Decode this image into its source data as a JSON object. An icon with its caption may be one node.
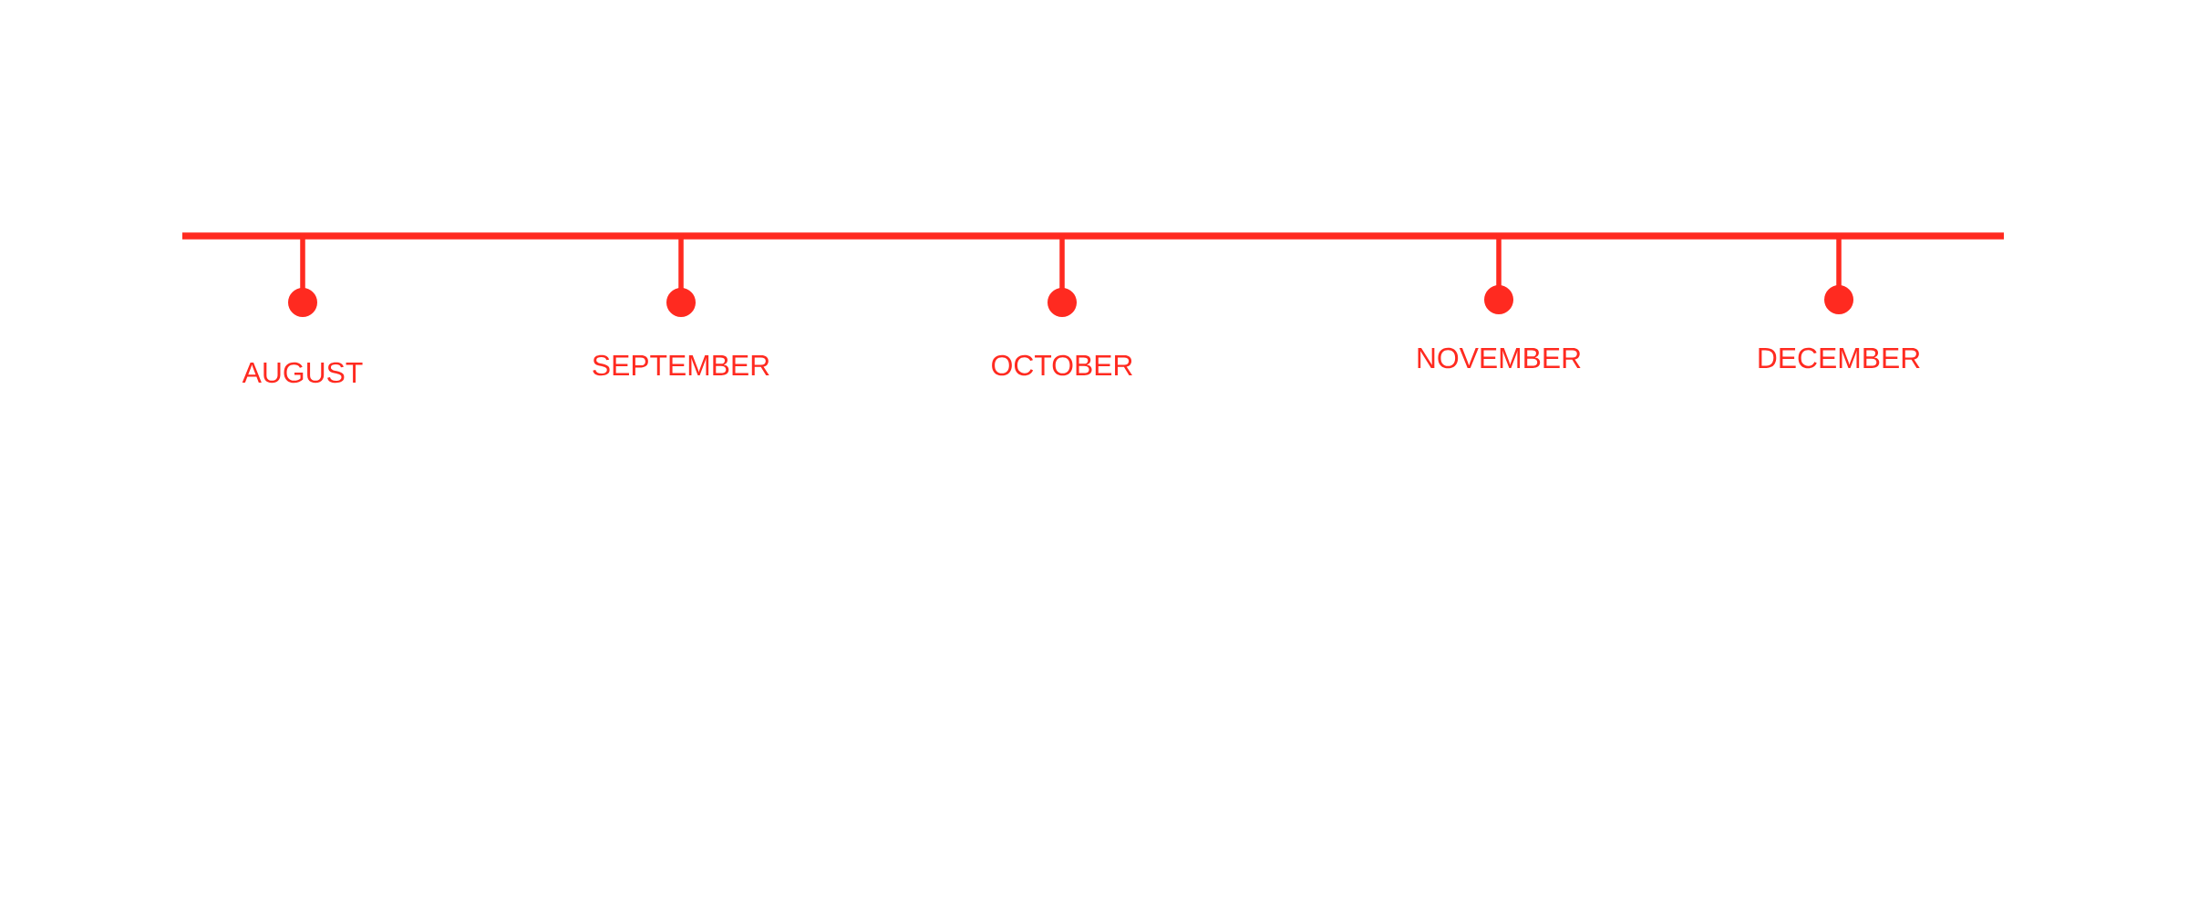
{
  "diagram": {
    "labels": [
      "AUGUST",
      "SEPTEMBER",
      "OCTOBER",
      "NOVEMBER",
      "DECEMBER"
    ]
  }
}
